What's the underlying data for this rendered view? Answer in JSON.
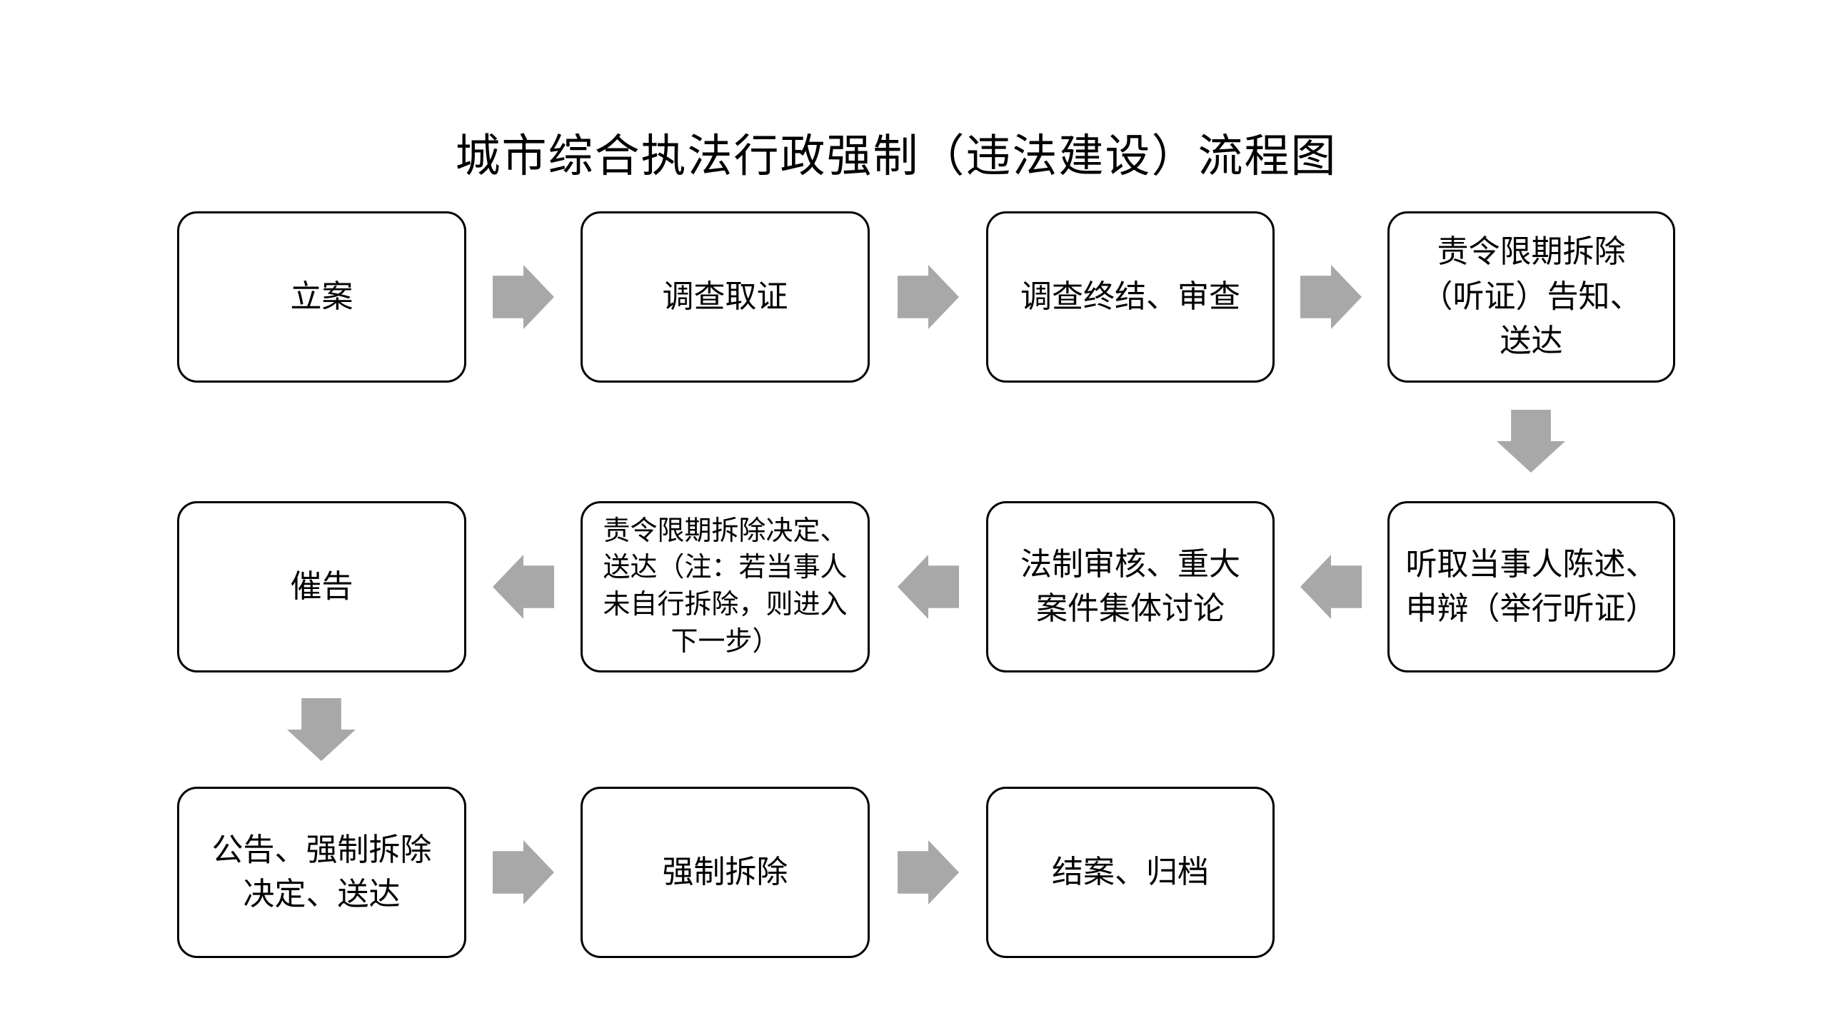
{
  "title": "城市综合执法行政强制（违法建设）流程图",
  "diagram_type": "flowchart",
  "colors": {
    "background": "#ffffff",
    "node_border": "#000000",
    "node_fill": "#ffffff",
    "arrow": "#a8a8a8",
    "text": "#000000"
  },
  "nodes": [
    {
      "id": "case-filing",
      "text": "立案"
    },
    {
      "id": "investigation-evidence",
      "text": "调查取证"
    },
    {
      "id": "investigation-conclusion",
      "text": "调查终结、审查"
    },
    {
      "id": "order-demolition-notice",
      "text": "责令限期拆除\n（听证）告知、\n送达"
    },
    {
      "id": "hear-statements",
      "text": "听取当事人陈述、\n申辩（举行听证）"
    },
    {
      "id": "legal-review",
      "text": "法制审核、重大\n案件集体讨论"
    },
    {
      "id": "demolition-decision-service",
      "text": "责令限期拆除决定、\n送达（注：若当事人\n未自行拆除，则进入\n下一步）"
    },
    {
      "id": "reminder",
      "text": "催告"
    },
    {
      "id": "announcement-decision-service",
      "text": "公告、强制拆除\n决定、送达"
    },
    {
      "id": "forced-demolition",
      "text": "强制拆除"
    },
    {
      "id": "case-closure-archive",
      "text": "结案、归档"
    }
  ],
  "edges": [
    {
      "from": "立案",
      "to": "调查取证",
      "direction": "right"
    },
    {
      "from": "调查取证",
      "to": "调查终结、审查",
      "direction": "right"
    },
    {
      "from": "调查终结、审查",
      "to": "责令限期拆除（听证）告知、送达",
      "direction": "right"
    },
    {
      "from": "责令限期拆除（听证）告知、送达",
      "to": "听取当事人陈述、申辩（举行听证）",
      "direction": "down"
    },
    {
      "from": "听取当事人陈述、申辩（举行听证）",
      "to": "法制审核、重大案件集体讨论",
      "direction": "left"
    },
    {
      "from": "法制审核、重大案件集体讨论",
      "to": "责令限期拆除决定、送达",
      "direction": "left"
    },
    {
      "from": "责令限期拆除决定、送达",
      "to": "催告",
      "direction": "left"
    },
    {
      "from": "催告",
      "to": "公告、强制拆除决定、送达",
      "direction": "down"
    },
    {
      "from": "公告、强制拆除决定、送达",
      "to": "强制拆除",
      "direction": "right"
    },
    {
      "from": "强制拆除",
      "to": "结案、归档",
      "direction": "right"
    }
  ]
}
